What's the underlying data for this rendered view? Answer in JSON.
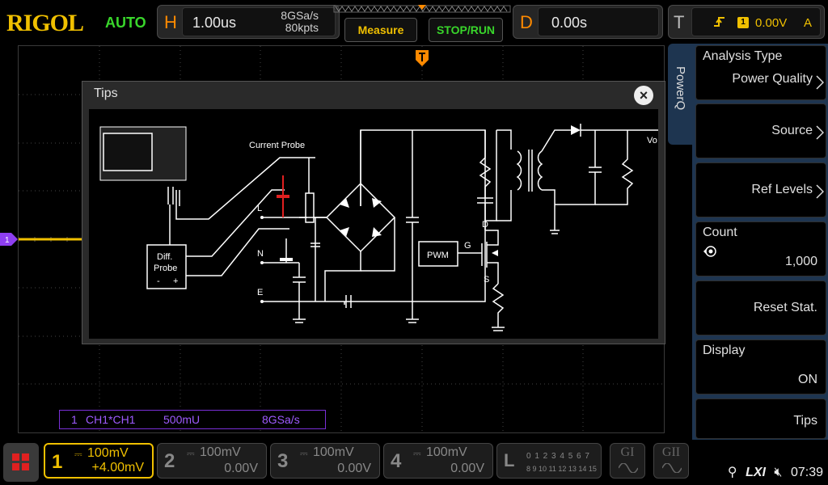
{
  "brand": "RIGOL",
  "trigger_mode": "AUTO",
  "horizontal": {
    "letter": "H",
    "timebase": "1.00us",
    "sample_rate": "8GSa/s",
    "memory_depth": "80kpts"
  },
  "toolbar": {
    "measure_label": "Measure",
    "stop_run_label": "STOP/RUN"
  },
  "delay": {
    "letter": "D",
    "value": "0.00s"
  },
  "trigger": {
    "letter": "T",
    "channel": "1",
    "level": "0.00V",
    "coupling": "A"
  },
  "math_status": {
    "index": "1",
    "expr": "CH1*CH1",
    "scale": "500mU",
    "rate": "8GSa/s"
  },
  "tips": {
    "title": "Tips",
    "close_label": "×",
    "diagram": {
      "current_probe": "Current Probe",
      "diff_probe_line1": "Diff.",
      "diff_probe_line2": "Probe",
      "diff_probe_minus": "-",
      "diff_probe_plus": "+",
      "line_L": "L",
      "line_N": "N",
      "line_E": "E",
      "pwm": "PWM",
      "gate": "G",
      "drain": "D",
      "source": "S",
      "vout": "Vo"
    }
  },
  "side_panel": {
    "tab_label": "PowerQ",
    "items": [
      {
        "label": "Analysis Type",
        "value": "Power Quality"
      },
      {
        "label": "",
        "value": "Source"
      },
      {
        "label": "",
        "value": "Ref Levels"
      },
      {
        "label": "Count",
        "value": "1,000"
      },
      {
        "label": "",
        "value": "Reset Stat."
      },
      {
        "label": "Display",
        "value": "ON"
      },
      {
        "label": "",
        "value": "Tips"
      }
    ]
  },
  "channels": [
    {
      "num": "1",
      "scale": "100mV",
      "offset": "+4.00mV"
    },
    {
      "num": "2",
      "scale": "100mV",
      "offset": "0.00V"
    },
    {
      "num": "3",
      "scale": "100mV",
      "offset": "0.00V"
    },
    {
      "num": "4",
      "scale": "100mV",
      "offset": "0.00V"
    }
  ],
  "logic": {
    "letter": "L",
    "row1": "0 1 2 3  4 5 6 7",
    "row2": "8 9 10 11 12 13 14 15"
  },
  "generators": [
    {
      "label": "GI"
    },
    {
      "label": "GII"
    }
  ],
  "status": {
    "lxi": "LXI",
    "time": "07:39"
  },
  "colors": {
    "ch1": "#f0c000",
    "math": "#9f5bff",
    "trigger_mode": "#39d62b",
    "accent_orange": "#ff8a00",
    "panel_bg": "#1e3550"
  }
}
